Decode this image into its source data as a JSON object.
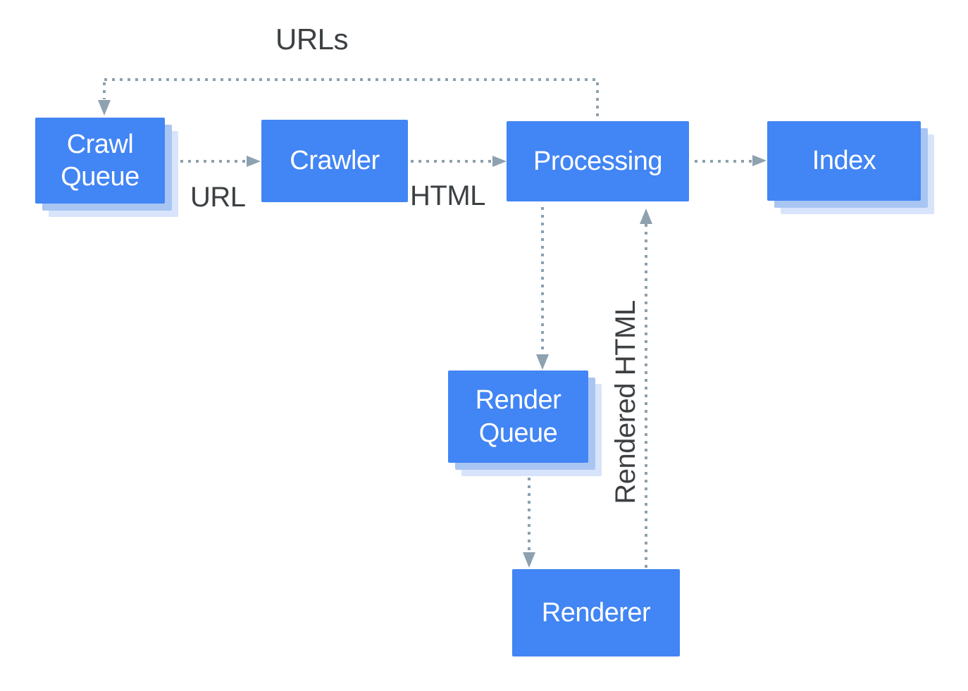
{
  "diagram": {
    "nodes": [
      {
        "id": "crawl-queue",
        "label": "Crawl Queue",
        "shadow": true
      },
      {
        "id": "crawler",
        "label": "Crawler",
        "shadow": false
      },
      {
        "id": "processing",
        "label": "Processing",
        "shadow": false
      },
      {
        "id": "index",
        "label": "Index",
        "shadow": true
      },
      {
        "id": "render-queue",
        "label": "Render Queue",
        "shadow": true
      },
      {
        "id": "renderer",
        "label": "Renderer",
        "shadow": false
      }
    ],
    "edge_labels": {
      "urls": "URLs",
      "url": "URL",
      "html": "HTML",
      "rendered_html": "Rendered HTML"
    },
    "edges": [
      {
        "from": "processing",
        "to": "crawl-queue",
        "label": "URLs",
        "style": "dotted"
      },
      {
        "from": "crawl-queue",
        "to": "crawler",
        "label": "URL",
        "style": "dotted"
      },
      {
        "from": "crawler",
        "to": "processing",
        "label": "HTML",
        "style": "dotted"
      },
      {
        "from": "processing",
        "to": "index",
        "label": "",
        "style": "dotted"
      },
      {
        "from": "processing",
        "to": "render-queue",
        "label": "",
        "style": "dotted"
      },
      {
        "from": "render-queue",
        "to": "renderer",
        "label": "",
        "style": "dotted"
      },
      {
        "from": "renderer",
        "to": "processing",
        "label": "Rendered HTML",
        "style": "dotted"
      }
    ],
    "colors": {
      "node_fill": "#4285f4",
      "node_text": "#ffffff",
      "shadow_inner": "#a9c6f3",
      "shadow_outer": "#d8e4fb",
      "connector": "#8da1af",
      "label_text": "#3c4043",
      "background": "#ffffff"
    }
  }
}
